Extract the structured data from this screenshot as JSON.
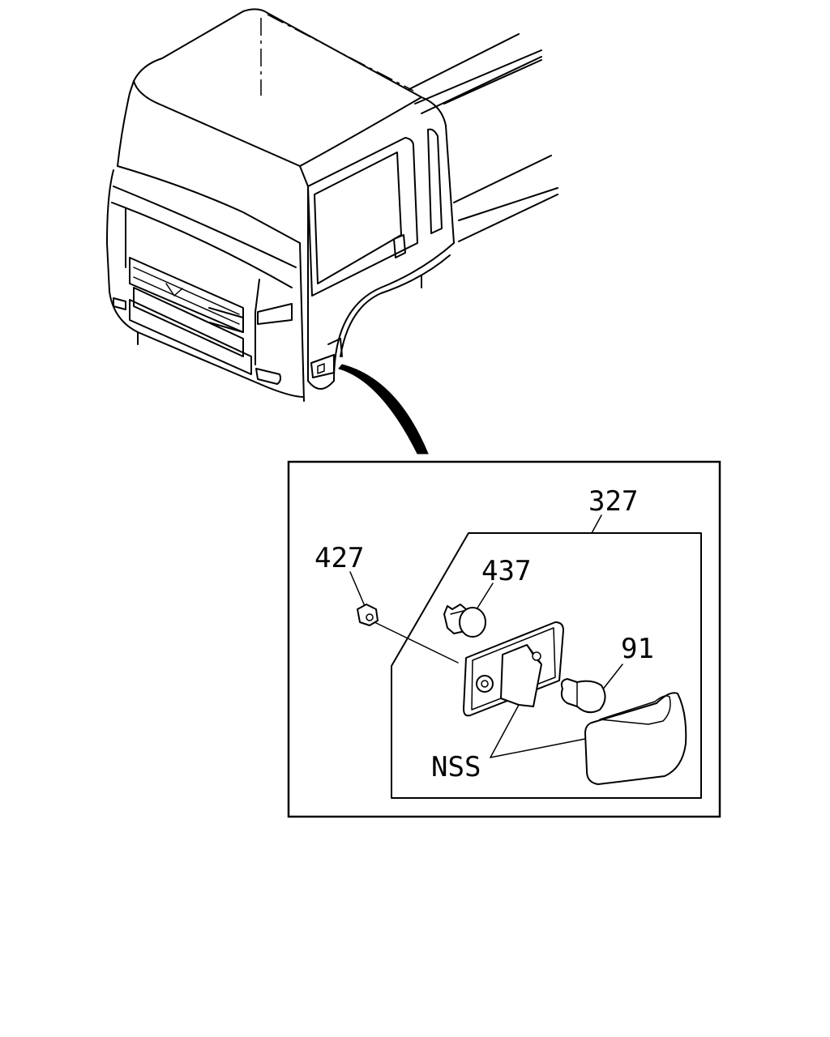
{
  "callouts": {
    "assembly": "327",
    "nut": "427",
    "socket": "437",
    "bulb": "91",
    "not_serviced": "NSS"
  }
}
